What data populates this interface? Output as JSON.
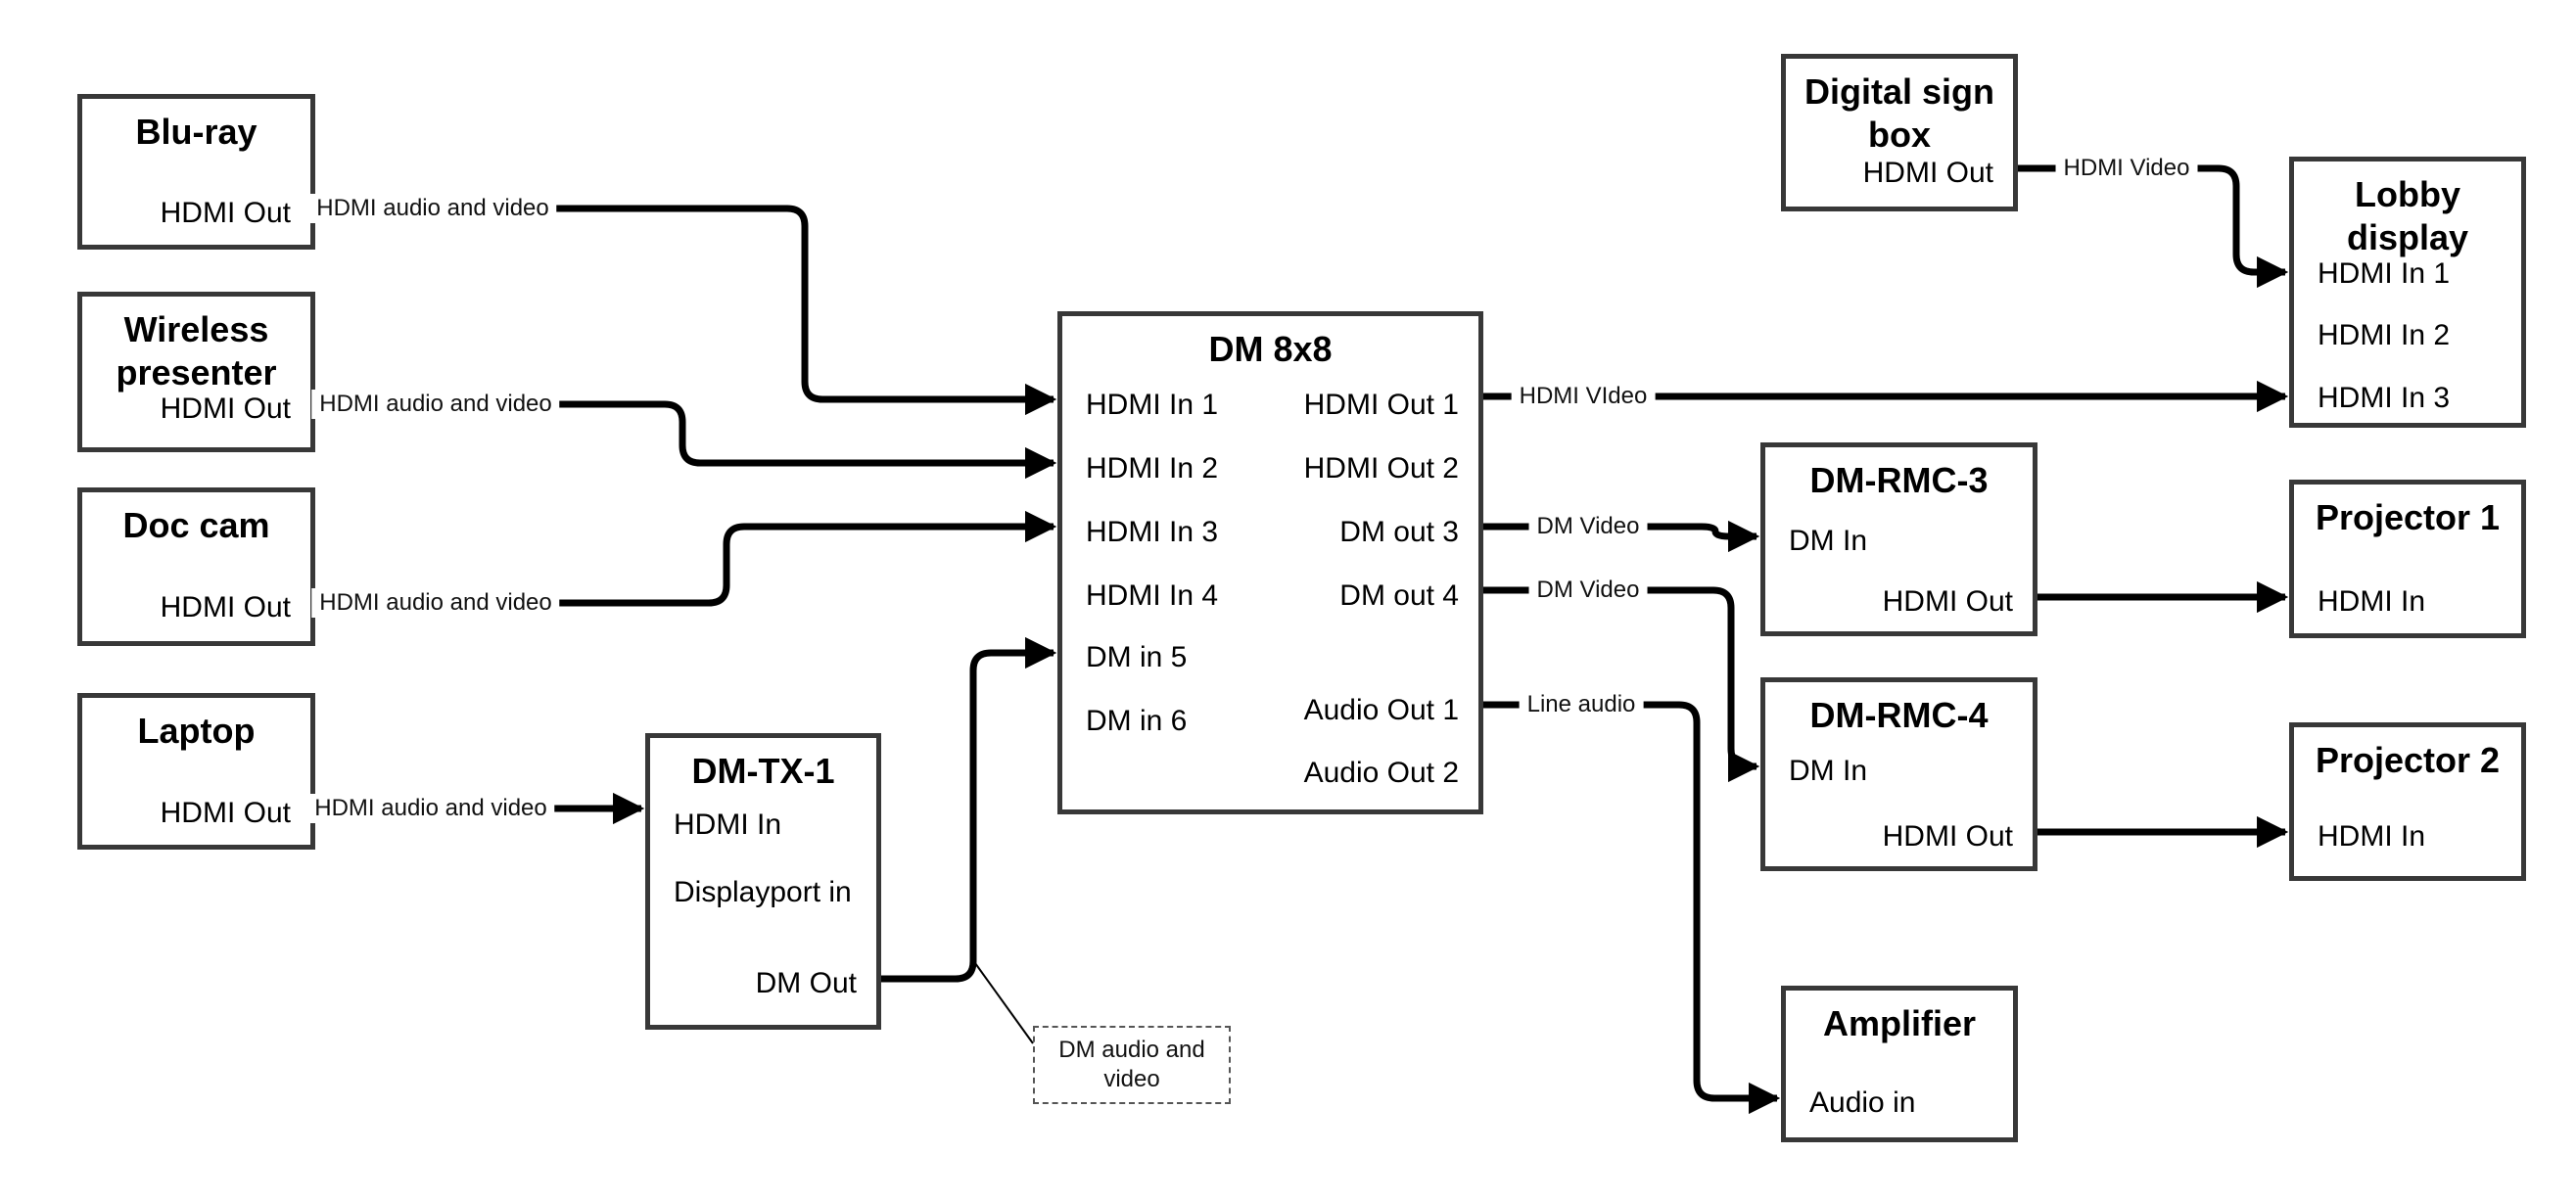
{
  "colors": {
    "background": "#ffffff",
    "box_border": "#383838",
    "cable": "#000000",
    "text": "#000000"
  },
  "nodes": {
    "bluray": {
      "title": "Blu-ray",
      "ports": [
        "HDMI Out"
      ]
    },
    "wireless": {
      "title": "Wireless presenter",
      "ports": [
        "HDMI Out"
      ]
    },
    "doccam": {
      "title": "Doc cam",
      "ports": [
        "HDMI Out"
      ]
    },
    "laptop": {
      "title": "Laptop",
      "ports": [
        "HDMI Out"
      ]
    },
    "dmtx1": {
      "title": "DM-TX-1",
      "ports": [
        "HDMI In",
        "Displayport in",
        "DM Out"
      ]
    },
    "dm8x8": {
      "title": "DM 8x8",
      "inputs": [
        "HDMI In 1",
        "HDMI In 2",
        "HDMI In 3",
        "HDMI In 4",
        "DM in 5",
        "DM in 6"
      ],
      "outputs": [
        "HDMI Out 1",
        "HDMI Out 2",
        "DM out 3",
        "DM out 4",
        "Audio Out 1",
        "Audio Out 2"
      ]
    },
    "digitalsign": {
      "title": "Digital sign box",
      "ports": [
        "HDMI Out"
      ]
    },
    "lobby": {
      "title": "Lobby display",
      "ports": [
        "HDMI In 1",
        "HDMI In 2",
        "HDMI In 3"
      ]
    },
    "dmrmc3": {
      "title": "DM-RMC-3",
      "ports": [
        "DM In",
        "HDMI Out"
      ]
    },
    "proj1": {
      "title": "Projector 1",
      "ports": [
        "HDMI In"
      ]
    },
    "dmrmc4": {
      "title": "DM-RMC-4",
      "ports": [
        "DM In",
        "HDMI Out"
      ]
    },
    "proj2": {
      "title": "Projector 2",
      "ports": [
        "HDMI In"
      ]
    },
    "amplifier": {
      "title": "Amplifier",
      "ports": [
        "Audio in"
      ]
    }
  },
  "connections": [
    {
      "from": "Blu-ray HDMI Out",
      "to": "DM 8x8 HDMI In 1",
      "label": "HDMI audio and video"
    },
    {
      "from": "Wireless presenter HDMI Out",
      "to": "DM 8x8 HDMI In 2",
      "label": "HDMI audio and video"
    },
    {
      "from": "Doc cam HDMI Out",
      "to": "DM 8x8 HDMI In 3",
      "label": "HDMI audio and video"
    },
    {
      "from": "Laptop HDMI Out",
      "to": "DM-TX-1 HDMI In",
      "label": "HDMI audio and video"
    },
    {
      "from": "DM-TX-1 DM Out",
      "to": "DM 8x8 DM in 5",
      "label": ""
    },
    {
      "from": "DM 8x8 HDMI Out 1",
      "to": "Lobby display HDMI In 3",
      "label": "HDMI VIdeo"
    },
    {
      "from": "DM 8x8 DM out 3",
      "to": "DM-RMC-3 DM In",
      "label": "DM Video"
    },
    {
      "from": "DM 8x8 DM out 4",
      "to": "DM-RMC-4 DM In",
      "label": "DM Video"
    },
    {
      "from": "DM 8x8 Audio Out 1",
      "to": "Amplifier Audio in",
      "label": "Line audio"
    },
    {
      "from": "Digital sign box HDMI Out",
      "to": "Lobby display HDMI In 1",
      "label": "HDMI Video"
    },
    {
      "from": "DM-RMC-3 HDMI Out",
      "to": "Projector 1 HDMI In",
      "label": ""
    },
    {
      "from": "DM-RMC-4 HDMI Out",
      "to": "Projector 2 HDMI In",
      "label": ""
    }
  ],
  "callout": {
    "text": "DM audio and video"
  }
}
